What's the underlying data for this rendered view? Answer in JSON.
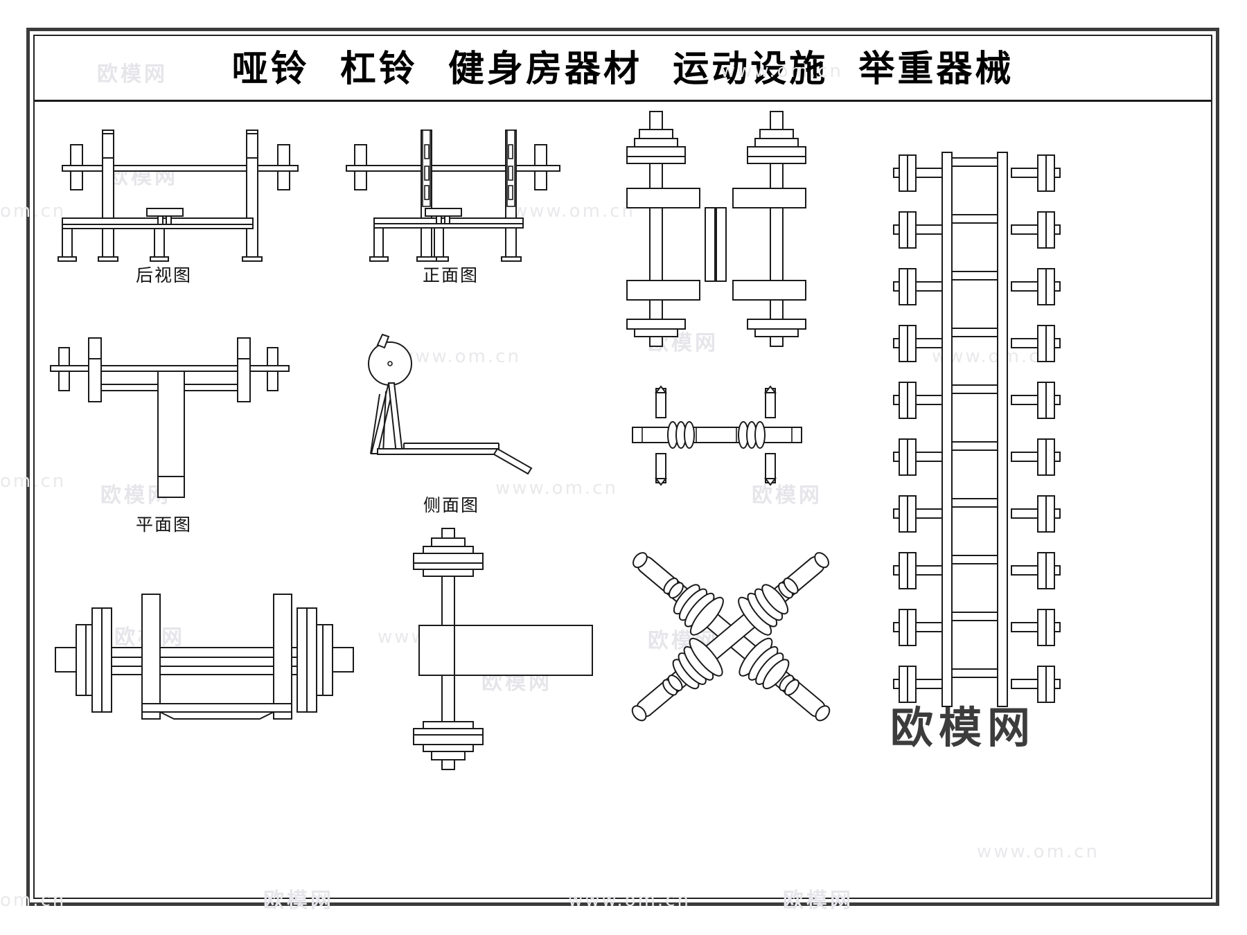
{
  "sheet": {
    "title": "哑铃  杠铃  健身房器材  运动设施  举重器械",
    "background_color": "#ffffff",
    "line_color": "#1a1a1a",
    "frame_color": "#3b3b3b"
  },
  "labels": {
    "rear_view": "后视图",
    "front_view": "正面图",
    "plan_view": "平面图",
    "side_view": "侧面图"
  },
  "watermarks": {
    "site_cn": "欧模网",
    "site_url": "www.om.cn",
    "corner_url": "om.cn",
    "logo": "欧模网"
  },
  "drawings": [
    {
      "id": "bench-press-rear",
      "name": "卧推架后视图",
      "caption": "后视图"
    },
    {
      "id": "bench-press-front",
      "name": "卧推架正面图",
      "caption": "正面图"
    },
    {
      "id": "bench-press-plan",
      "name": "卧推凳平面图",
      "caption": "平面图"
    },
    {
      "id": "incline-bench-side",
      "name": "斜板凳侧面图",
      "caption": "侧面图"
    },
    {
      "id": "squat-rack",
      "name": "深蹲架立面图",
      "caption": ""
    },
    {
      "id": "barbell-clamp",
      "name": "杠铃卡箍立面图",
      "caption": ""
    },
    {
      "id": "barbell-plan-bottom",
      "name": "杠铃平面图",
      "caption": ""
    },
    {
      "id": "dumbbell-elevation",
      "name": "哑铃立面图",
      "caption": ""
    },
    {
      "id": "crossed-dumbbells",
      "name": "交叉哑铃轴测图",
      "caption": ""
    },
    {
      "id": "dumbbell-rack",
      "name": "哑铃架立面图",
      "caption": ""
    }
  ]
}
